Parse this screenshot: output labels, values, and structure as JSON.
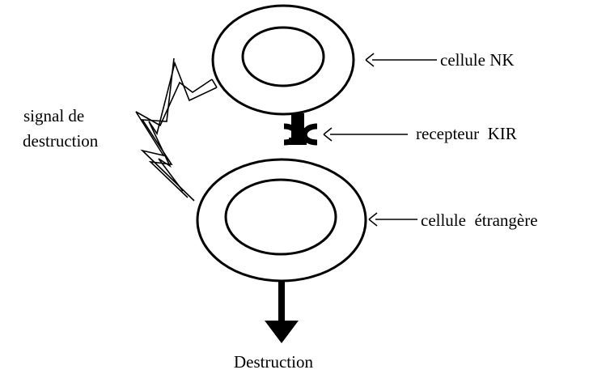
{
  "labels": {
    "nk_cell": "cellule NK",
    "kir_receptor": "recepteur  KIR",
    "foreign_cell": "cellule  étrangère",
    "signal_line1": "signal de",
    "signal_line2": "destruction",
    "destruction": "Destruction"
  },
  "colors": {
    "ink": "#000000",
    "background": "#ffffff"
  }
}
